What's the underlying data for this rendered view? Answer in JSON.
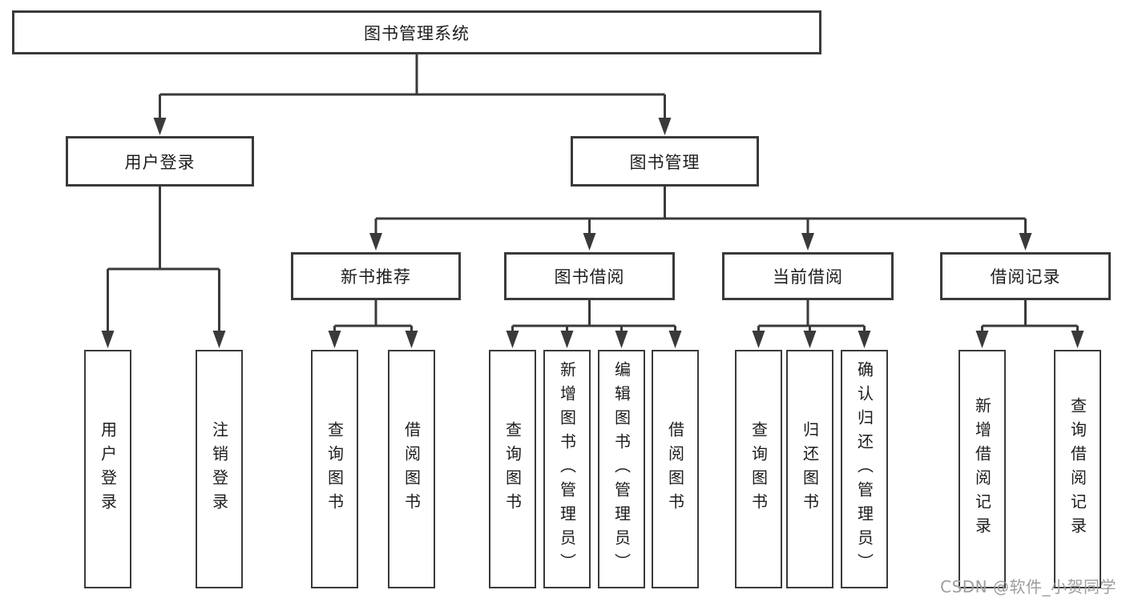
{
  "diagram": {
    "root": {
      "label": "图书管理系统"
    },
    "level2": [
      {
        "label": "用户登录"
      },
      {
        "label": "图书管理"
      }
    ],
    "level3": [
      {
        "label": "新书推荐",
        "parent": "图书管理"
      },
      {
        "label": "图书借阅",
        "parent": "图书管理"
      },
      {
        "label": "当前借阅",
        "parent": "图书管理"
      },
      {
        "label": "借阅记录",
        "parent": "图书管理"
      }
    ],
    "leaves": [
      {
        "label": "用户登录",
        "parent": "用户登录"
      },
      {
        "label": "注销登录",
        "parent": "用户登录"
      },
      {
        "label": "查询图书",
        "parent": "新书推荐"
      },
      {
        "label": "借阅图书",
        "parent": "新书推荐"
      },
      {
        "label": "查询图书",
        "parent": "图书借阅"
      },
      {
        "label": "新增图书（管理员）",
        "parent": "图书借阅"
      },
      {
        "label": "编辑图书（管理员）",
        "parent": "图书借阅"
      },
      {
        "label": "借阅图书",
        "parent": "图书借阅"
      },
      {
        "label": "查询图书",
        "parent": "当前借阅"
      },
      {
        "label": "归还图书",
        "parent": "当前借阅"
      },
      {
        "label": "确认归还（管理员）",
        "parent": "当前借阅"
      },
      {
        "label": "新增借阅记录",
        "parent": "借阅记录"
      },
      {
        "label": "查询借阅记录",
        "parent": "借阅记录"
      }
    ],
    "watermark": "CSDN @软件_小贺同学"
  },
  "colors": {
    "line": "#3a3a3a",
    "text": "#1d1d1d",
    "watermark": "#9e9e9e",
    "background": "#ffffff"
  }
}
